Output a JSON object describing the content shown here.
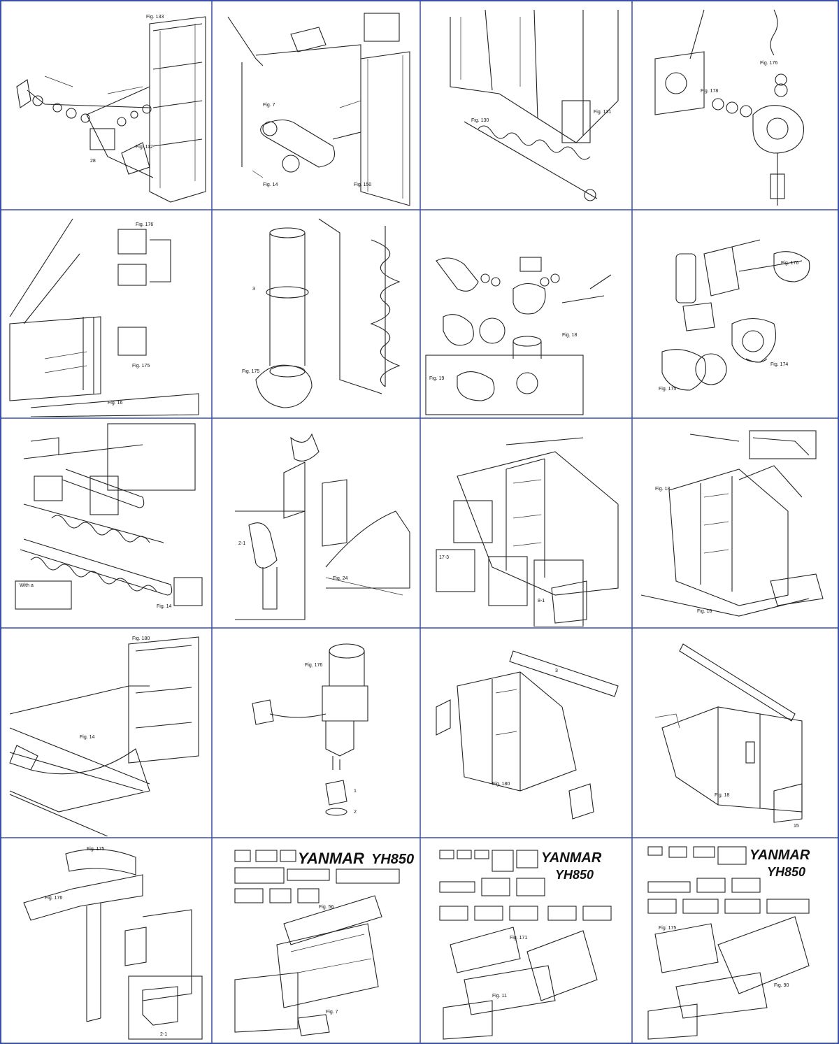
{
  "theme": {
    "border": "#3a4fa6",
    "ink": "#222222",
    "background": "#ffffff"
  },
  "panels": [
    {
      "id": "p1",
      "labels": [
        "Fig. 133",
        "Fig. 112",
        "28"
      ]
    },
    {
      "id": "p2",
      "labels": [
        "Fig. 7",
        "Fig. 14",
        "Fig. 150"
      ]
    },
    {
      "id": "p3",
      "labels": [
        "Fig. 130",
        "Fig. 131"
      ]
    },
    {
      "id": "p4",
      "labels": [
        "Fig. 176",
        "Fig. 178"
      ]
    },
    {
      "id": "p5",
      "labels": [
        "Fig. 176",
        "Fig. 175",
        "Fig. 16"
      ]
    },
    {
      "id": "p6",
      "labels": [
        "Fig. 175",
        "3"
      ]
    },
    {
      "id": "p7",
      "labels": [
        "Fig. 18",
        "Fig. 19"
      ]
    },
    {
      "id": "p8",
      "labels": [
        "Fig. 176",
        "Fig. 174",
        "Fig. 175"
      ]
    },
    {
      "id": "p9",
      "labels": [
        "With a",
        "Fig. 14"
      ]
    },
    {
      "id": "p10",
      "labels": [
        "Fig. 24",
        "2-1"
      ]
    },
    {
      "id": "p11",
      "labels": [
        "17-3",
        "8-1"
      ]
    },
    {
      "id": "p12",
      "labels": [
        "Fig. 18",
        "Fig. 16"
      ]
    },
    {
      "id": "p13",
      "labels": [
        "Fig. 180",
        "Fig. 14"
      ]
    },
    {
      "id": "p14",
      "labels": [
        "Fig. 176",
        "1",
        "2"
      ]
    },
    {
      "id": "p15",
      "labels": [
        "Fig. 180",
        "3"
      ]
    },
    {
      "id": "p16",
      "labels": [
        "Fig. 18",
        "15"
      ]
    },
    {
      "id": "p17",
      "labels": [
        "Fig. 175",
        "Fig. 176",
        "2-1"
      ]
    },
    {
      "id": "p18",
      "brand": "YANMAR",
      "model": "YH850",
      "labels": [
        "Fig. 56",
        "Fig. 7"
      ]
    },
    {
      "id": "p19",
      "brand": "YANMAR",
      "model": "YH850",
      "labels": [
        "Fig. 171",
        "Fig. 11"
      ]
    },
    {
      "id": "p20",
      "brand": "YANMAR",
      "model": "YH850",
      "labels": [
        "Fig. 175",
        "Fig. 90"
      ]
    }
  ]
}
